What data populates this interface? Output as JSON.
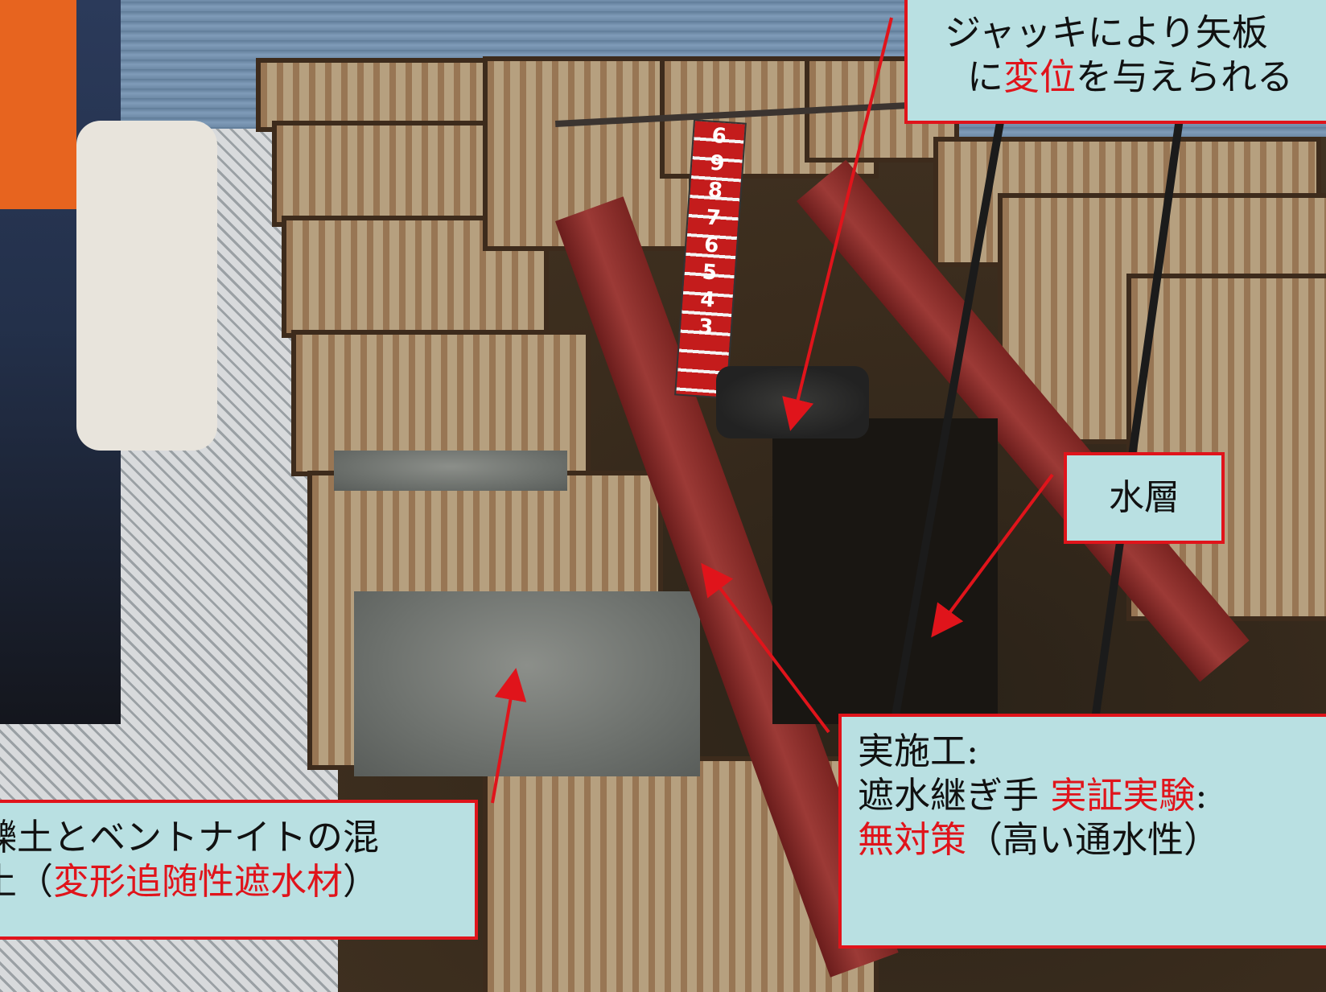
{
  "callouts": {
    "jack": {
      "line1": "ジャッキにより矢板",
      "line2_prefix": "に",
      "line2_hl": "変位",
      "line2_suffix": "を与えられる"
    },
    "water": {
      "label": "水層"
    },
    "field": {
      "line1": "実施工:",
      "line2_prefix": "遮水継ぎ手 ",
      "line2_hl": "実証実験",
      "line2_suffix": ":",
      "line3_hl": "無対策",
      "line3_suffix": "（高い通水性）"
    },
    "bento": {
      "line1": "礫土とベントナイトの混",
      "line2_prefix": "土（",
      "line2_hl": "変形追随性遮水材",
      "line2_suffix": "）"
    }
  },
  "staff_digits": [
    "6",
    "9",
    "8",
    "7",
    "6",
    "5",
    "4",
    "3"
  ],
  "colors": {
    "callout_fill": "#b9e0e2",
    "callout_border": "#e0141b",
    "highlight_text": "#e0141b",
    "arrow": "#e0141b"
  }
}
